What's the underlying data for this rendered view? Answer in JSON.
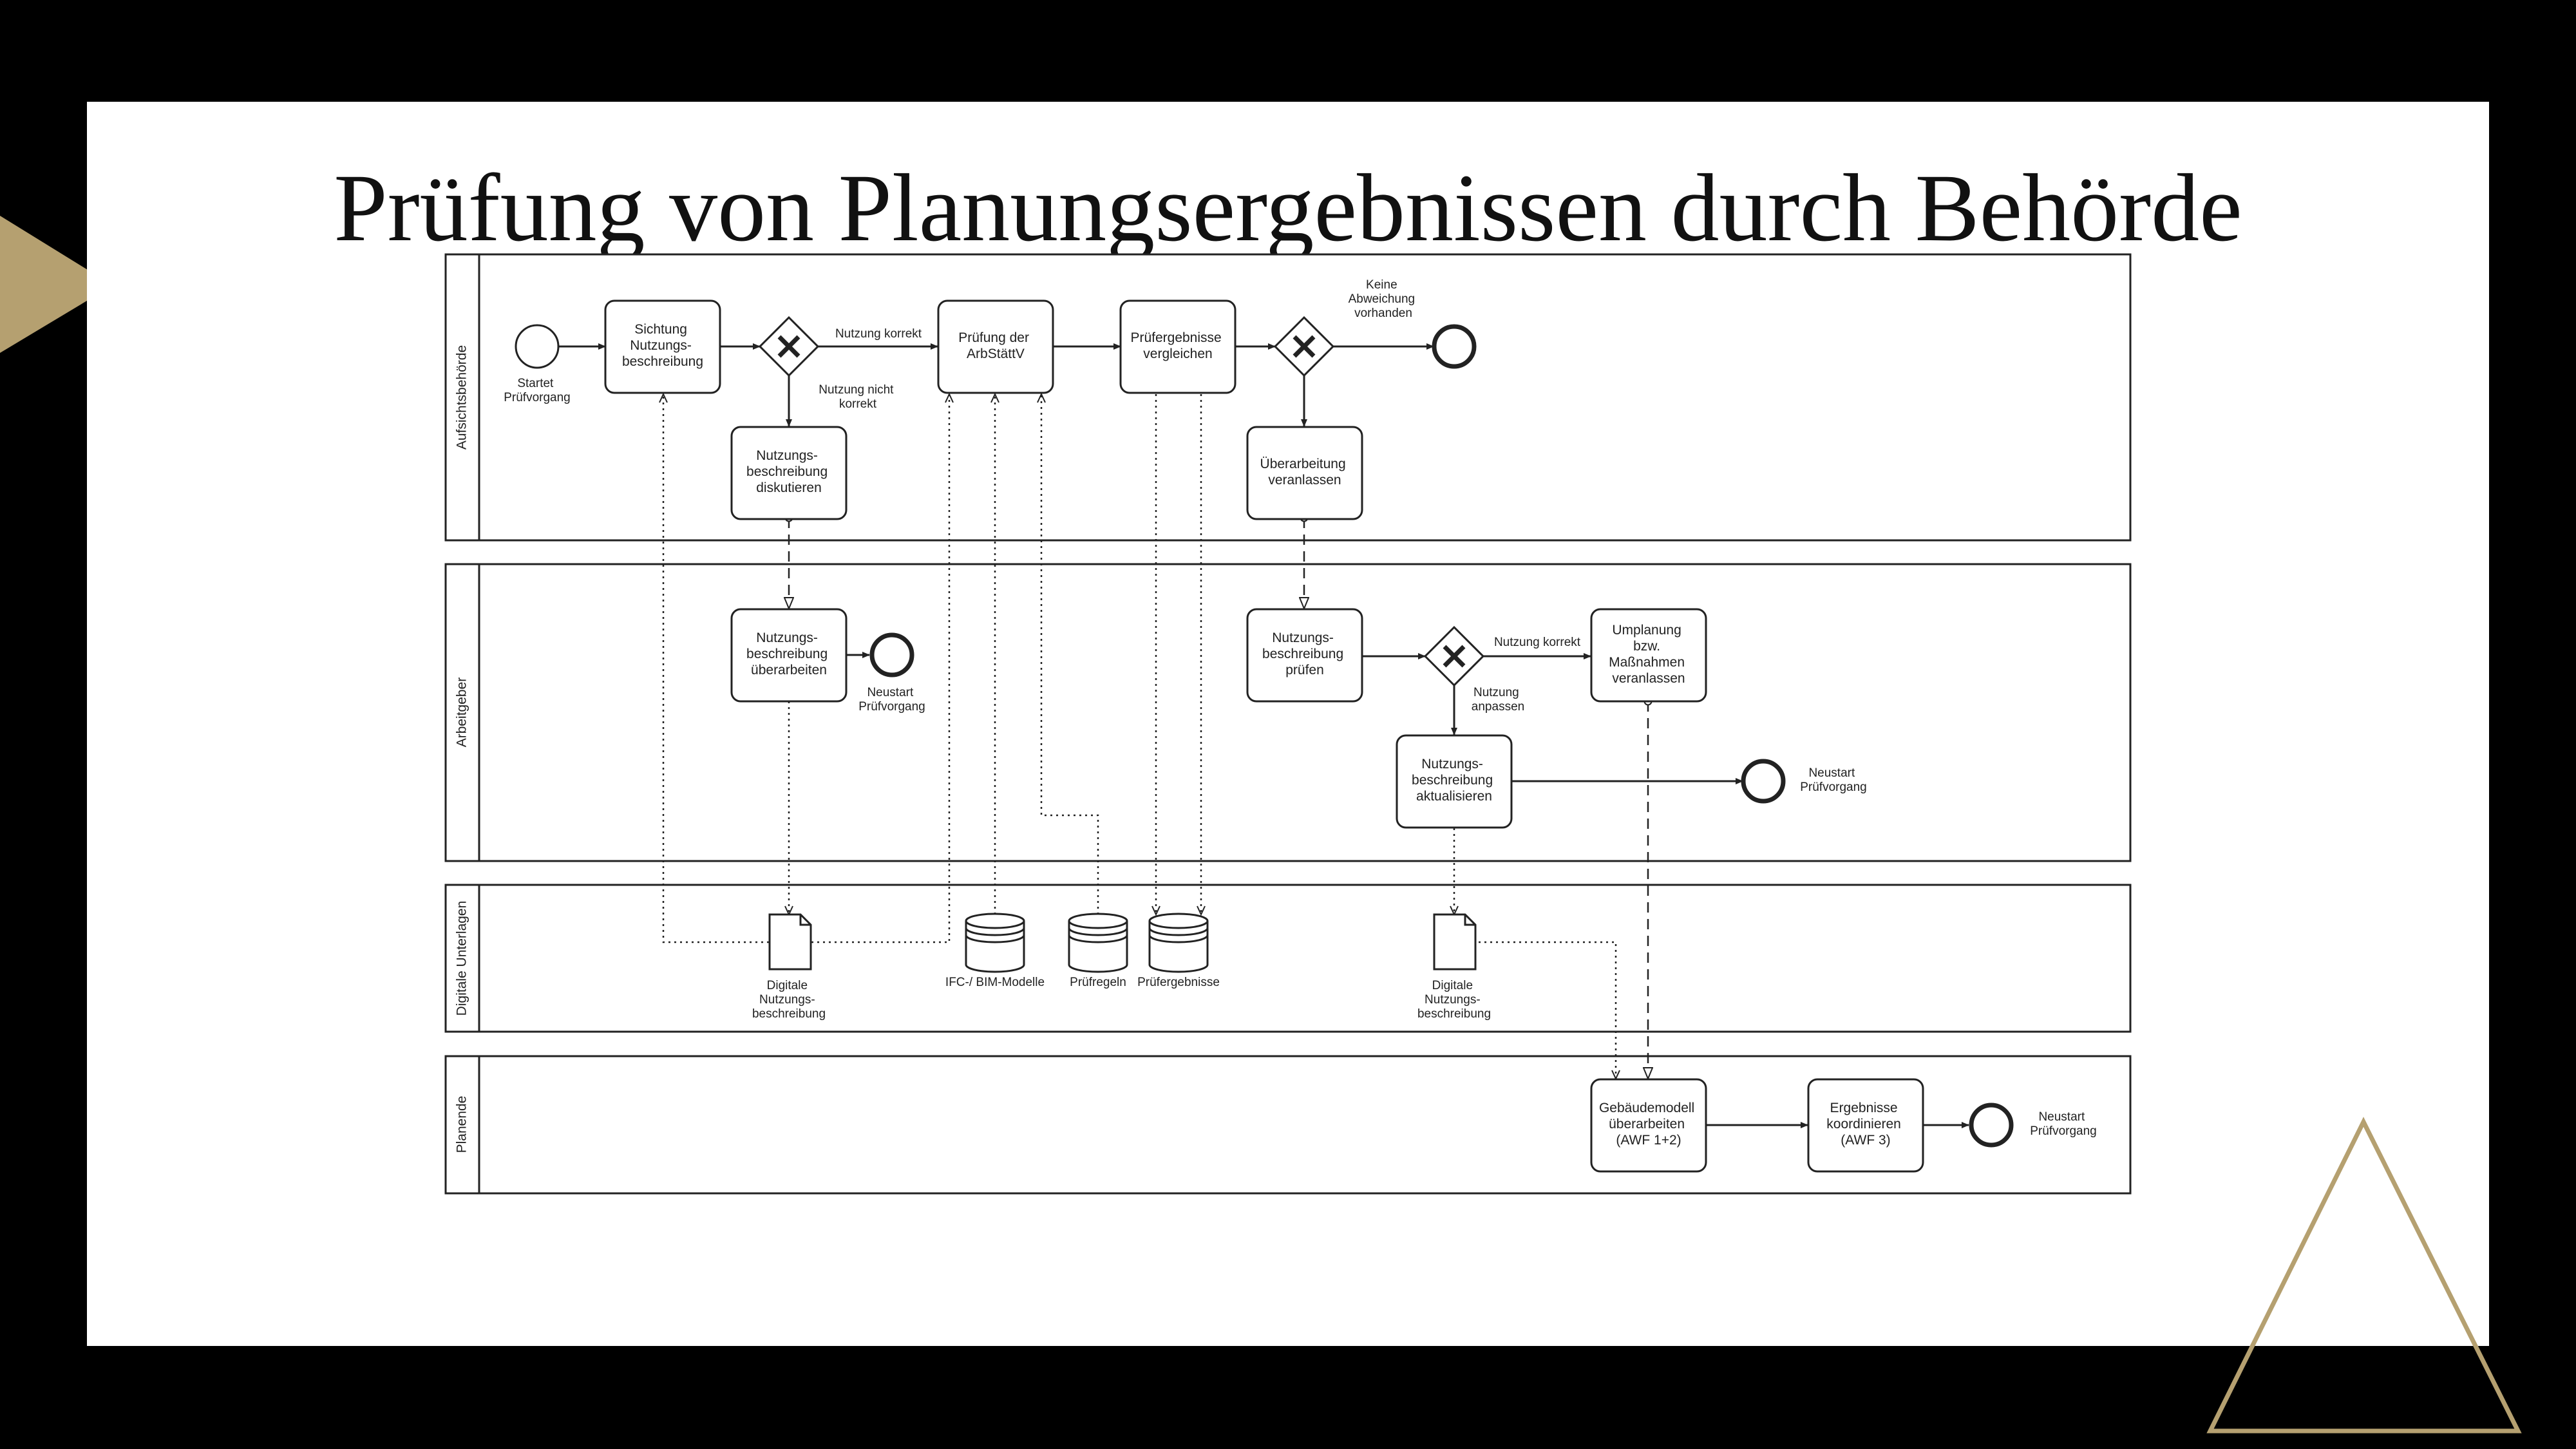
{
  "slide": {
    "title": "Prüfung von Planungsergebnissen durch Behörde",
    "accent_color": "#b5a070"
  },
  "lanes": [
    {
      "name": "Aufsichtsbehörde"
    },
    {
      "name": "Arbeitgeber"
    },
    {
      "name": "Digitale Unterlagen"
    },
    {
      "name": "Planende"
    }
  ],
  "tasks": {
    "sichtung": [
      "Sichtung",
      "Nutzungs-",
      "beschreibung"
    ],
    "pruefung": [
      "Prüfung der",
      "ArbStättV"
    ],
    "vergleichen": [
      "Prüfergebnisse",
      "vergleichen"
    ],
    "diskutieren": [
      "Nutzungs-",
      "beschreibung",
      "diskutieren"
    ],
    "ueberarbeitung_veranlassen": [
      "Überarbeitung",
      "veranlassen"
    ],
    "ueberarbeiten": [
      "Nutzungs-",
      "beschreibung",
      "überarbeiten"
    ],
    "pruefen": [
      "Nutzungs-",
      "beschreibung",
      "prüfen"
    ],
    "umplanung": [
      "Umplanung",
      "bzw.",
      "Maßnahmen",
      "veranlassen"
    ],
    "aktualisieren": [
      "Nutzungs-",
      "beschreibung",
      "aktualisieren"
    ],
    "gebaeudemodell": [
      "Gebäudemodell",
      "überarbeiten",
      "(AWF 1+2)"
    ],
    "koordinieren": [
      "Ergebnisse",
      "koordinieren",
      "(AWF 3)"
    ]
  },
  "events": {
    "start": [
      "Startet",
      "Prüfvorgang"
    ],
    "end_keine": [
      "Keine",
      "Abweichung",
      "vorhanden"
    ],
    "neustart_1": [
      "Neustart",
      "Prüfvorgang"
    ],
    "neustart_2": [
      "Neustart",
      "Prüfvorgang"
    ],
    "neustart_3": [
      "Neustart",
      "Prüfvorgang"
    ]
  },
  "flow_labels": {
    "nutzung_korrekt_1": [
      "Nutzung korrekt"
    ],
    "nutzung_nicht_korrekt": [
      "Nutzung nicht",
      "korrekt"
    ],
    "nutzung_korrekt_2": [
      "Nutzung korrekt"
    ],
    "nutzung_anpassen": [
      "Nutzung",
      "anpassen"
    ]
  },
  "data_objects": {
    "doc1": [
      "Digitale",
      "Nutzungs-",
      "beschreibung"
    ],
    "doc2": [
      "Digitale",
      "Nutzungs-",
      "beschreibung"
    ],
    "ifc": [
      "IFC-/ BIM-Modelle"
    ],
    "pruefregeln": [
      "Prüfregeln"
    ],
    "pruefergebnisse": [
      "Prüfergebnisse"
    ]
  }
}
